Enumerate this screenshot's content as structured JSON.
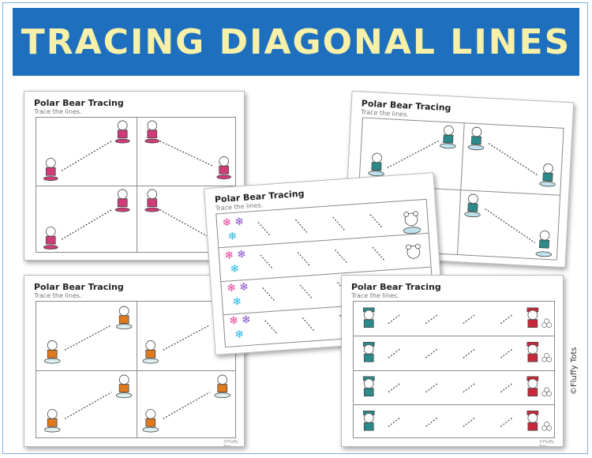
{
  "banner": {
    "title": "TRACING DIAGONAL LINES"
  },
  "worksheets": [
    {
      "id": "sheet-1",
      "title": "Polar Bear Tracing",
      "subtitle": "Trace the lines.",
      "character": "polar-bear-pink-sweater-snowboard"
    },
    {
      "id": "sheet-2",
      "title": "Polar Bear Tracing",
      "subtitle": "Trace the lines.",
      "character": "polar-bear-ice-skater"
    },
    {
      "id": "sheet-3",
      "title": "Polar Bear Tracing",
      "subtitle": "Trace the lines.",
      "character": "polar-bear-snowflakes"
    },
    {
      "id": "sheet-4",
      "title": "Polar Bear Tracing",
      "subtitle": "Trace the lines.",
      "character": "polar-bear-orange-hat-skater"
    },
    {
      "id": "sheet-5",
      "title": "Polar Bear Tracing",
      "subtitle": "Trace the lines.",
      "character": "polar-bear-snowball"
    }
  ],
  "footer": {
    "credit": "©Fluffy Tots"
  },
  "watermark": {
    "text": "©Fluffy Tots"
  },
  "colors": {
    "banner": "#1f6fbf",
    "banner_text": "#f6f0a8",
    "pink": "#d23b7a",
    "snowflake_pink": "#e8409a",
    "snowflake_blue": "#27b6e0",
    "snowflake_purple": "#8a4fc8",
    "teal": "#2d8a8a",
    "red": "#c8283a",
    "orange": "#e07a1e"
  }
}
